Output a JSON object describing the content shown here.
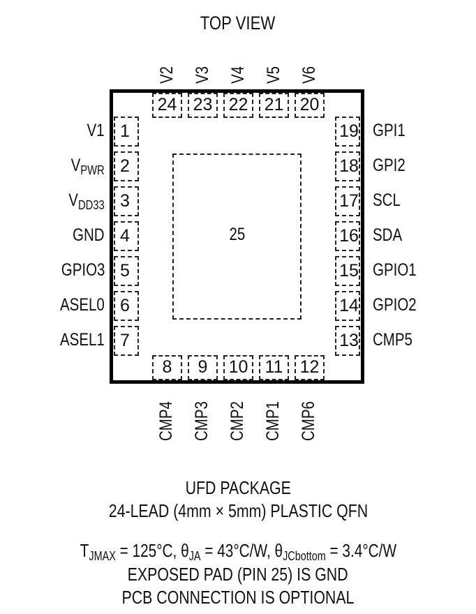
{
  "title": "TOP VIEW",
  "exposed_pad": {
    "number": "25"
  },
  "pins_left": [
    {
      "num": "1",
      "name": "V1",
      "sub": ""
    },
    {
      "num": "2",
      "name": "V",
      "sub": "PWR"
    },
    {
      "num": "3",
      "name": "V",
      "sub": "DD33"
    },
    {
      "num": "4",
      "name": "GND",
      "sub": ""
    },
    {
      "num": "5",
      "name": "GPIO3",
      "sub": ""
    },
    {
      "num": "6",
      "name": "ASEL0",
      "sub": ""
    },
    {
      "num": "7",
      "name": "ASEL1",
      "sub": ""
    }
  ],
  "pins_bottom": [
    {
      "num": "8",
      "name": "CMP4"
    },
    {
      "num": "9",
      "name": "CMP3"
    },
    {
      "num": "10",
      "name": "CMP2"
    },
    {
      "num": "11",
      "name": "CMP1"
    },
    {
      "num": "12",
      "name": "CMP6"
    }
  ],
  "pins_right": [
    {
      "num": "13",
      "name": "CMP5"
    },
    {
      "num": "14",
      "name": "GPIO2"
    },
    {
      "num": "15",
      "name": "GPIO1"
    },
    {
      "num": "16",
      "name": "SDA"
    },
    {
      "num": "17",
      "name": "SCL"
    },
    {
      "num": "18",
      "name": "GPI2"
    },
    {
      "num": "19",
      "name": "GPI1"
    }
  ],
  "pins_top": [
    {
      "num": "20",
      "name": "V6"
    },
    {
      "num": "21",
      "name": "V5"
    },
    {
      "num": "22",
      "name": "V4"
    },
    {
      "num": "23",
      "name": "V3"
    },
    {
      "num": "24",
      "name": "V2"
    }
  ],
  "package": {
    "line1": "UFD PACKAGE",
    "line2": "24-LEAD (4mm × 5mm) PLASTIC QFN"
  },
  "thermal": {
    "t": "T",
    "t_sub": "JMAX",
    "t_val": " = 125°C, ",
    "ja": "θ",
    "ja_sub": "JA",
    "ja_val": " = 43°C/W, ",
    "jc": "θ",
    "jc_sub": "JCbottom",
    "jc_val": " = 3.4°C/W"
  },
  "notes": {
    "line1": "EXPOSED PAD (PIN 25) IS GND",
    "line2": "PCB CONNECTION IS OPTIONAL"
  }
}
